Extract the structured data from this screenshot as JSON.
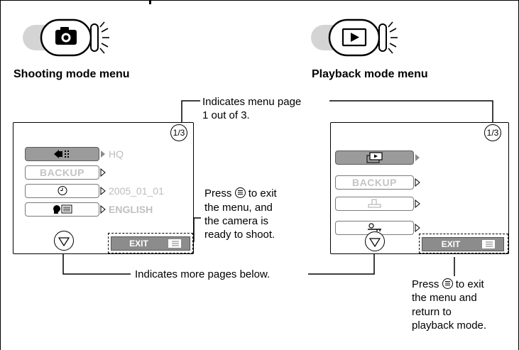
{
  "shooting": {
    "heading": "Shooting mode menu",
    "page_indicator": "1/3",
    "items": [
      {
        "value": "HQ"
      },
      {
        "label": "BACKUP"
      },
      {
        "value": "2005_01_01"
      },
      {
        "value": "ENGLISH"
      }
    ],
    "exit_label": "EXIT"
  },
  "playback": {
    "heading": "Playback mode menu",
    "page_indicator": "1/3",
    "items": [
      {},
      {
        "label": "BACKUP"
      },
      {},
      {}
    ],
    "exit_label": "EXIT"
  },
  "callouts": {
    "menu_page_line1": "Indicates menu page",
    "menu_page_line2": "1 out of 3.",
    "more_pages": "Indicates more pages below.",
    "shoot_exit_press": "Press",
    "shoot_exit_rest1": "to exit",
    "shoot_exit_line2": "the menu, and",
    "shoot_exit_line3": "the camera is",
    "shoot_exit_line4": "ready to shoot.",
    "play_exit_press": "Press",
    "play_exit_rest1": "to exit",
    "play_exit_line2": "the menu and",
    "play_exit_line3": "return to",
    "play_exit_line4": "playback mode."
  },
  "icons": [
    "camera-mode-icon",
    "playback-mode-icon",
    "image-quality-icon",
    "clock-icon",
    "language-icon",
    "print-icon",
    "protect-key-icon",
    "slideshow-icon",
    "menu-button-icon",
    "down-arrow-icon"
  ],
  "colors": {
    "selected_item": "#9b9b9b",
    "exit_bar": "#8c8c8c",
    "disabled_text": "#c4c4c4"
  }
}
